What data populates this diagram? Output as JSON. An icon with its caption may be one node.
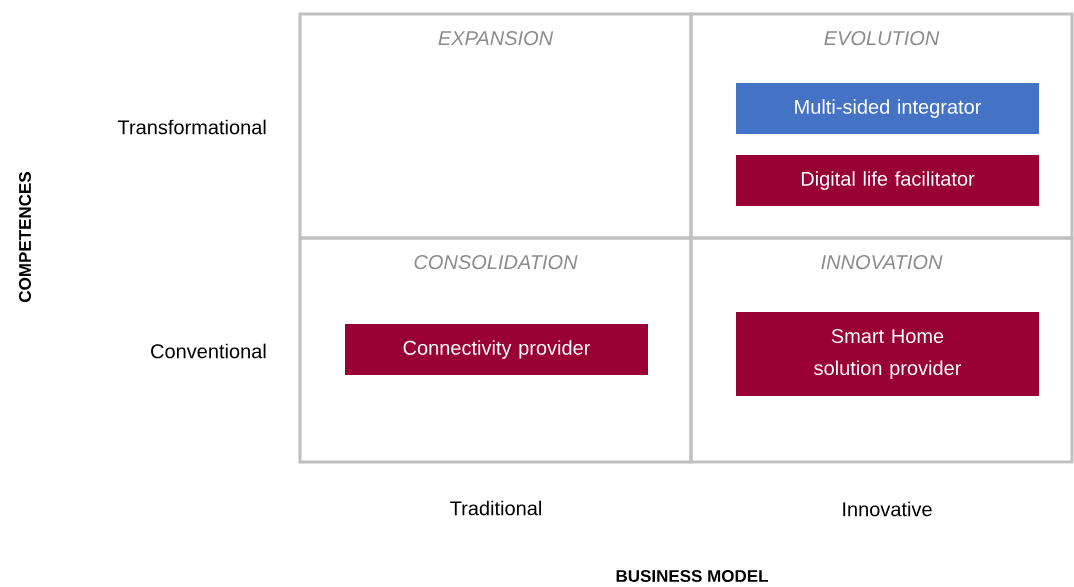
{
  "diagram": {
    "nodes": [
      {
        "text": [
          "EXPANSION"
        ]
      },
      {
        "text": [
          "EVOLUTION"
        ]
      },
      {
        "text": [
          "Multi-sided integrator"
        ],
        "in": 1
      },
      {
        "text": [
          "Digital life facilitator"
        ],
        "in": 1
      },
      {
        "text": [
          "CONSOLIDATION"
        ]
      },
      {
        "text": [
          "Connectivity provider"
        ],
        "in": 4
      },
      {
        "text": [
          "INNOVATION"
        ]
      },
      {
        "text": [
          "Smart Home solution provider"
        ],
        "in": 6
      }
    ],
    "labels": [
      "Transformational",
      "COMPETENCES",
      "Conventional",
      "Traditional",
      "Innovative",
      "BUSINESS MODEL"
    ]
  }
}
